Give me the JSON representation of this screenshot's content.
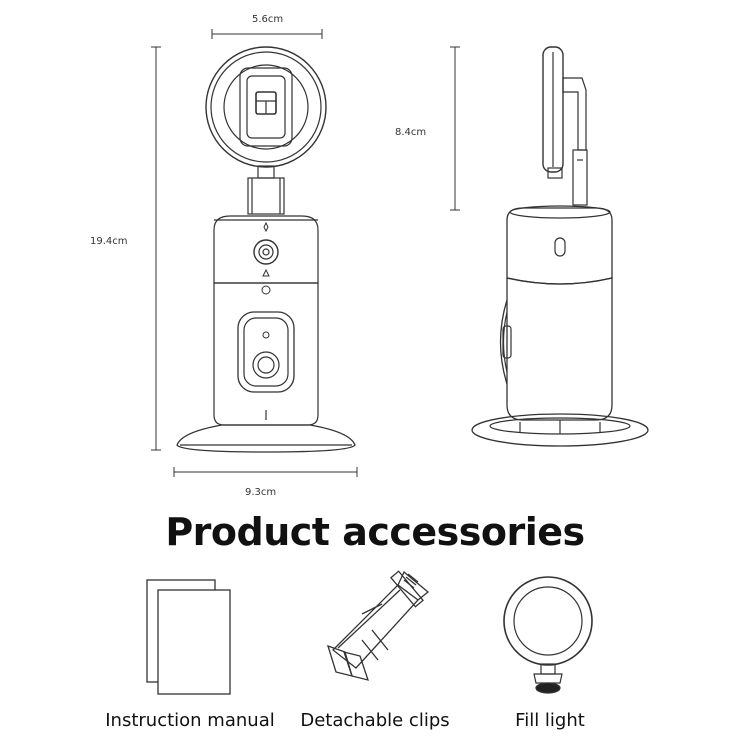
{
  "dimensions": {
    "width_top": "5.6cm",
    "height_total": "19.4cm",
    "width_base": "9.3cm",
    "height_side": "8.4cm"
  },
  "title": "Product accessories",
  "accessories": [
    {
      "label": "Instruction manual",
      "icon": "manual-icon"
    },
    {
      "label": "Detachable clips",
      "icon": "clip-icon"
    },
    {
      "label": "Fill light",
      "icon": "fill-light-icon"
    }
  ]
}
